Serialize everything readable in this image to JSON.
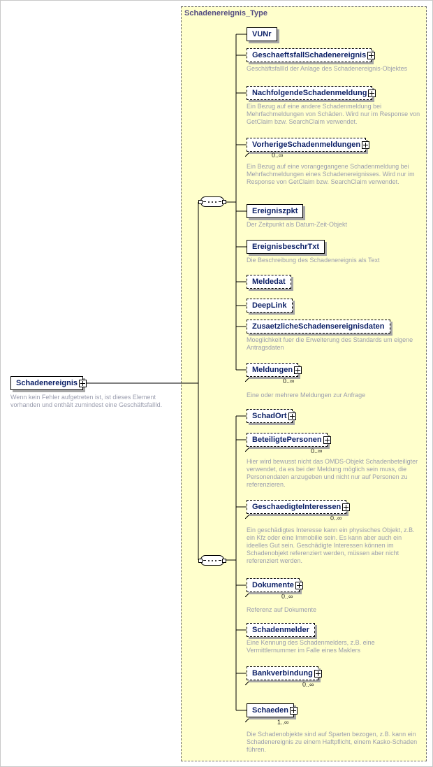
{
  "diagram": {
    "title": "Schadenereignis_Type",
    "colors": {
      "container_fill": "#ffffcc",
      "container_border": "#6e6e6e",
      "element_label_text": "#0b1f66",
      "description_text": "#9a9dae",
      "type_title_text": "#554e82",
      "box_shadow": "#a6a6a6"
    },
    "root": {
      "label": "Schadenereignis",
      "description": "Wenn kein Fehler aufgetreten ist, ist dieses Element vorhanden und enthält zumindest eine GeschäftsfallId."
    },
    "groups": [
      {
        "name": "sequence-1",
        "items": [
          {
            "label": "VUNr",
            "optional": false,
            "expandable": false
          },
          {
            "label": "GeschaeftsfallSchadenereignis",
            "optional": true,
            "expandable": true,
            "description": "GeschäftsfallId der Anlage des Schadenereignis-Objektes"
          },
          {
            "label": "NachfolgendeSchadenmeldung",
            "optional": true,
            "expandable": true,
            "description": "Ein Bezug auf eine andere Schadenmeldung bei Mehrfachmeldungen von Schäden. Wird nur im Response von GetClaim bzw. SearchClaim verwendet."
          },
          {
            "label": "VorherigeSchadenmeldungen",
            "optional": true,
            "expandable": true,
            "cardinality": "0..∞",
            "description": "Ein Bezug auf eine vorangegangene Schadenmeldung bei Mehrfachmeldungen eines Schadenereignisses. Wird nur im Response von GetClaim bzw. SearchClaim verwendet."
          },
          {
            "label": "Ereigniszpkt",
            "optional": false,
            "expandable": false,
            "description": "Der Zeitpunkt als Datum-Zeit-Objekt"
          },
          {
            "label": "EreignisbeschrTxt",
            "optional": false,
            "expandable": false,
            "description": "Die Beschreibung des Schadenereignis als Text"
          },
          {
            "label": "Meldedat",
            "optional": true,
            "expandable": false
          },
          {
            "label": "DeepLink",
            "optional": true,
            "expandable": false
          },
          {
            "label": "ZusaetzlicheSchadensereignisdaten",
            "optional": true,
            "expandable": false,
            "description": "Moeglichkeit fuer die Erweiterung des Standards um eigene Antragsdaten"
          },
          {
            "label": "Meldungen",
            "optional": true,
            "expandable": true,
            "cardinality": "0..∞",
            "description": "Eine oder mehrere Meldungen zur Anfrage"
          }
        ]
      },
      {
        "name": "sequence-2",
        "items": [
          {
            "label": "SchadOrt",
            "optional": true,
            "expandable": true
          },
          {
            "label": "BeteiligtePersonen",
            "optional": true,
            "expandable": true,
            "cardinality": "0..∞",
            "description": "Hier wird bewusst nicht das OMDS-Objekt Schadenbeteiligter verwendet, da es bei der Meldung möglich sein muss, die Personendaten anzugeben und nicht nur auf Personen zu referenzieren."
          },
          {
            "label": "GeschaedigteInteressen",
            "optional": true,
            "expandable": true,
            "cardinality": "0..∞",
            "description": "Ein geschädigtes Interesse kann ein physisches Objekt, z.B. ein Kfz oder eine Immobilie sein. Es kann aber auch ein ideelles Gut sein. Geschädigte Interessen können im Schadenobjekt referenziert werden, müssen aber nicht referenziert werden."
          },
          {
            "label": "Dokumente",
            "optional": true,
            "expandable": true,
            "cardinality": "0..∞",
            "description": "Referenz auf Dokumente"
          },
          {
            "label": "Schadenmelder",
            "optional": true,
            "expandable": false,
            "description": "Eine Kennung des Schadenmelders, z.B. eine Vermittlernummer im Falle eines Maklers"
          },
          {
            "label": "Bankverbindung",
            "optional": true,
            "expandable": true,
            "cardinality": "0..∞"
          },
          {
            "label": "Schaeden",
            "optional": false,
            "expandable": true,
            "cardinality": "1..∞",
            "description": "Die Schadenobjekte sind auf Sparten bezogen, z.B. kann ein Schadenereignis zu einem Haftpflicht, einem Kasko-Schaden führen."
          }
        ]
      }
    ]
  }
}
